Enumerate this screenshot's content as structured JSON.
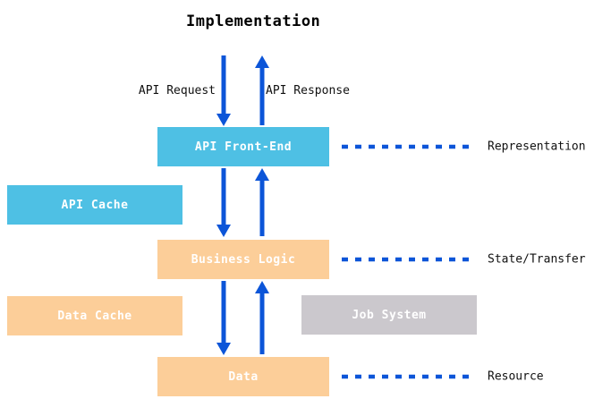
{
  "diagram": {
    "title": "Implementation",
    "arrows": {
      "request_label": "API Request",
      "response_label": "API Response"
    },
    "boxes": {
      "api_front_end": "API Front-End",
      "api_cache": "API Cache",
      "business_logic": "Business Logic",
      "data_cache": "Data Cache",
      "job_system": "Job System",
      "data": "Data"
    },
    "layers": [
      {
        "label": "Representation"
      },
      {
        "label": "State/Transfer"
      },
      {
        "label": "Resource"
      }
    ],
    "colors": {
      "blue_box": "#4EC0E4",
      "orange_box": "#FCCE99",
      "gray_box": "#CBC8CD",
      "arrow_blue": "#0C55D8"
    }
  }
}
